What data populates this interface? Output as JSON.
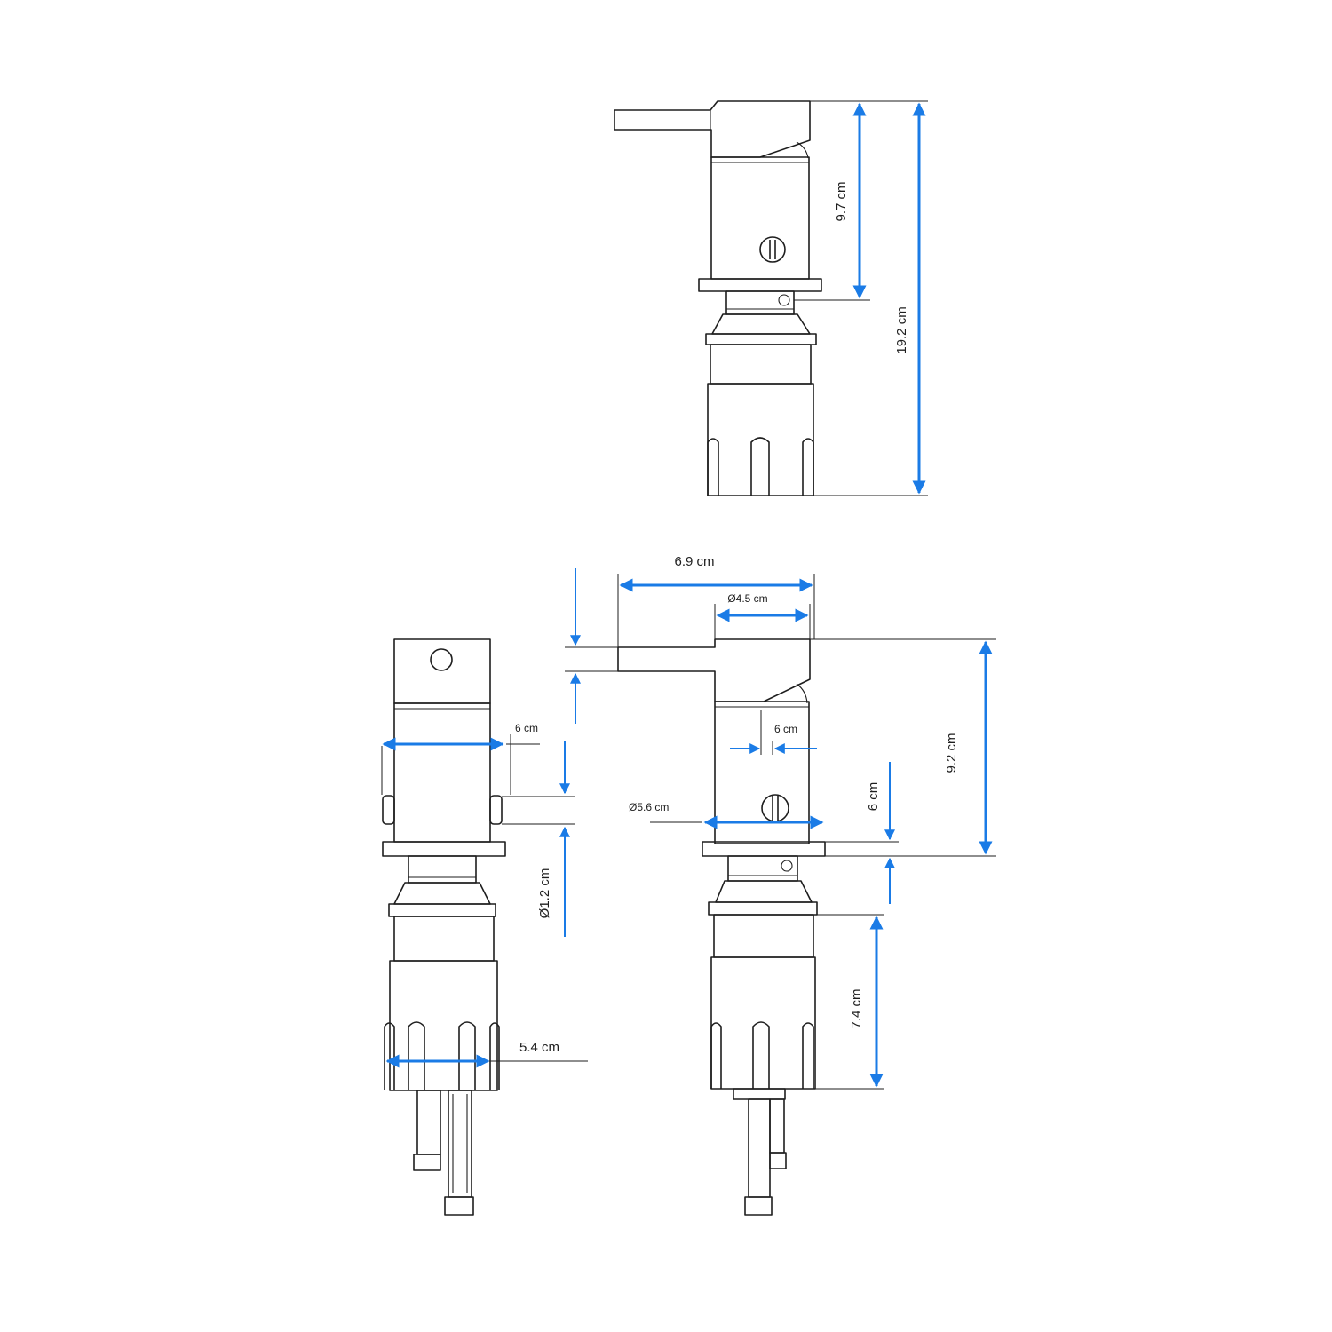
{
  "colors": {
    "line": "#1e1e1e",
    "dimension": "#1a7be6",
    "background": "#ffffff"
  },
  "dimensions": {
    "top_total_height": "19.2 cm",
    "top_body_height": "9.7 cm",
    "overall_width": "6.9 cm",
    "body_diameter": "Ø4.5 cm",
    "body_height": "9.2 cm",
    "handle_gap_front": "6 cm",
    "knob_offset": "6 cm",
    "base_plate_diameter": "Ø5.6 cm",
    "plate_thickness": "6 cm",
    "ring_diameter": "Ø1.2 cm",
    "foot_width": "5.4 cm",
    "lower_body_height": "7.4 cm"
  }
}
